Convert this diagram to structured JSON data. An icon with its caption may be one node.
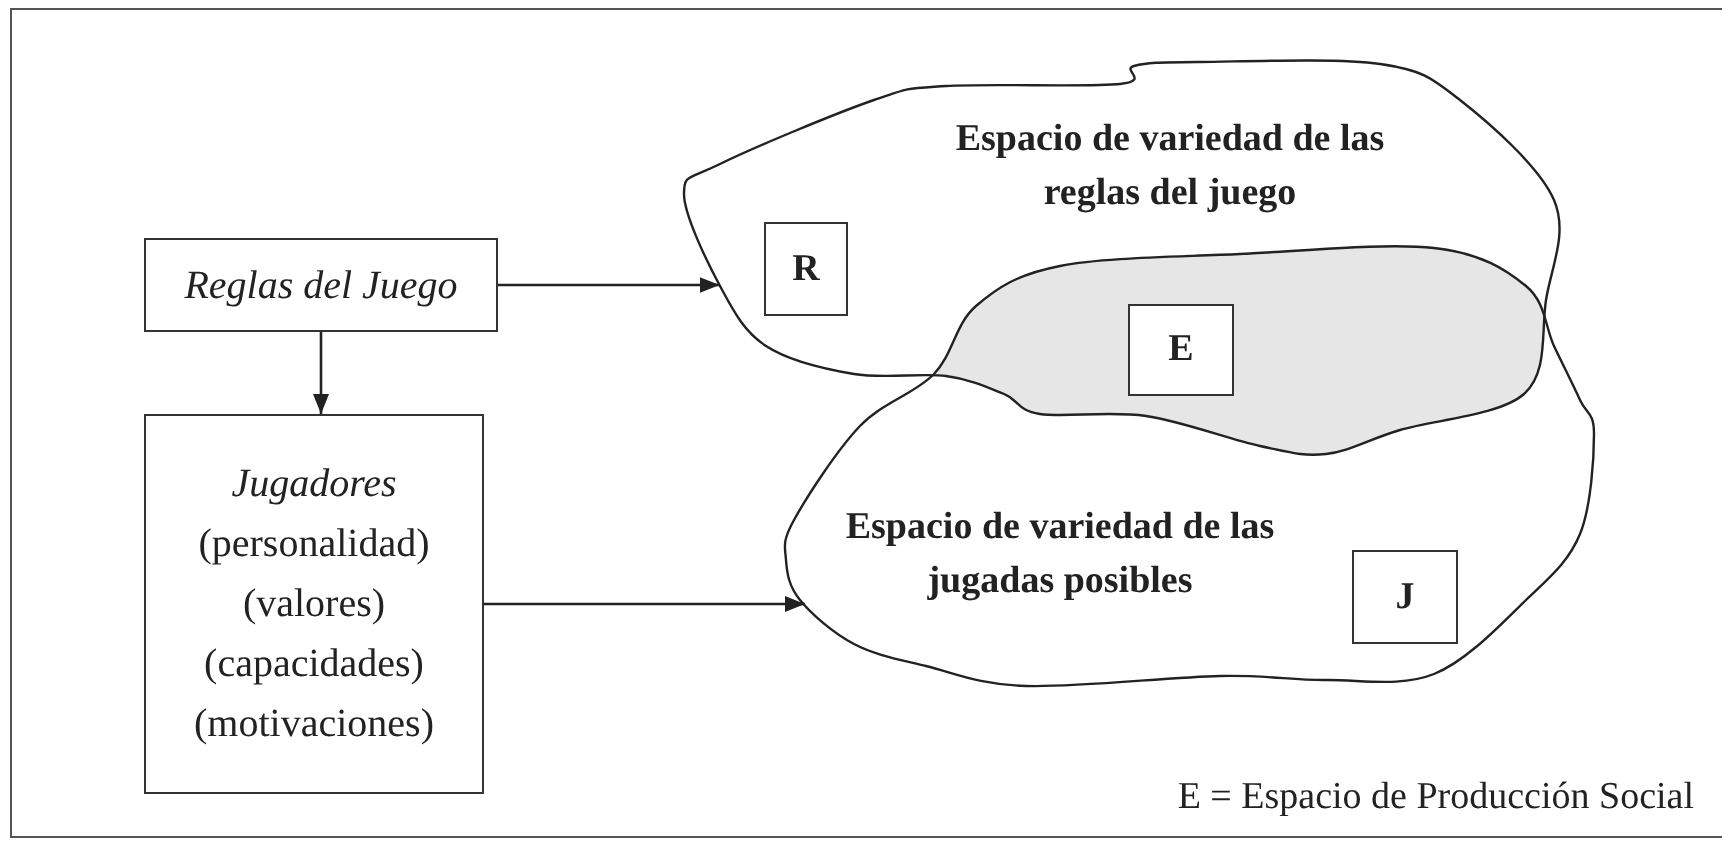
{
  "diagram": {
    "nodes": [
      {
        "text": [
          "Reglas del Juego"
        ]
      },
      {
        "text": [
          "Jugadores",
          "(personalidad)",
          "(valores)",
          "(capacidades)",
          "(motivaciones)"
        ]
      },
      {
        "text": [
          "Espacio de variedad de las reglas del juego"
        ]
      },
      {
        "text": [
          "R"
        ],
        "in": 2
      },
      {
        "text": [
          "Espacio de variedad de las jugadas posibles"
        ]
      },
      {
        "text": [
          "J"
        ],
        "in": 4
      },
      {
        "text": [
          "E"
        ]
      }
    ],
    "edges": [
      {
        "from": 0,
        "to": 2,
        "arrow": "to"
      },
      {
        "from": 0,
        "to": 1,
        "arrow": "to"
      },
      {
        "from": 1,
        "to": 4,
        "arrow": "to"
      }
    ],
    "labels": [
      "E = Espacio de Producción Social"
    ]
  }
}
